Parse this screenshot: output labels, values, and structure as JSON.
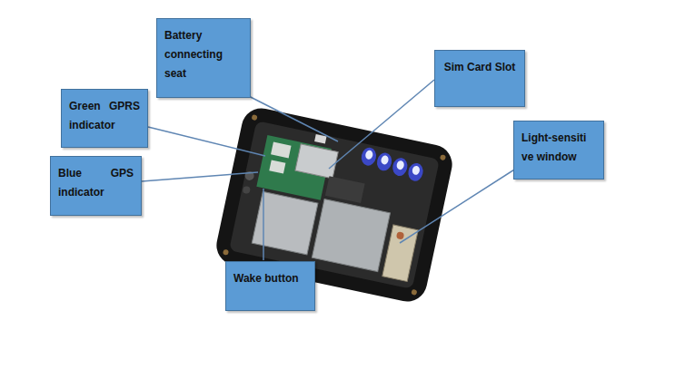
{
  "diagram": {
    "nodes": [
      {
        "text": [
          "Battery connecting seat"
        ]
      },
      {
        "text": [
          "Sim Card Slot"
        ]
      },
      {
        "text": [
          "Green GPRS indicator"
        ]
      },
      {
        "text": [
          "Light-sensiti ve window"
        ]
      },
      {
        "text": [
          "Blue GPS indicator"
        ]
      },
      {
        "text": [
          "Wake button"
        ]
      }
    ]
  }
}
